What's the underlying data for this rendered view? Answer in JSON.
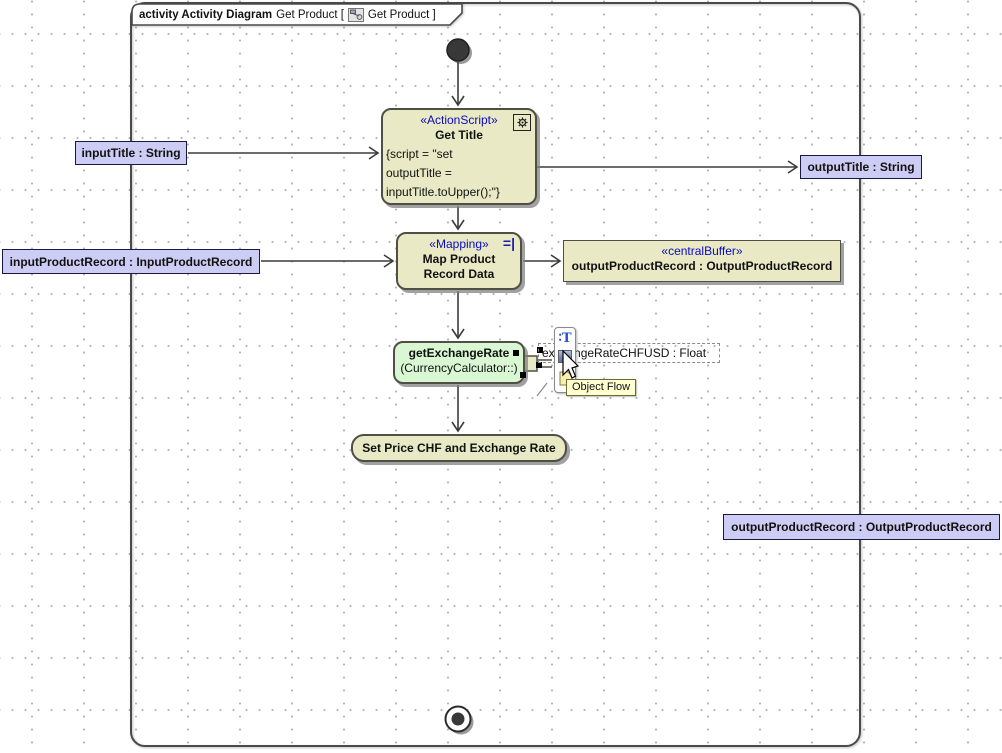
{
  "frame": {
    "header": {
      "keyword": "activity Activity Diagram",
      "context": "Get Product [",
      "icon": "activity-diagram-icon",
      "reference": "Get Product ]"
    }
  },
  "nodes": {
    "get_title": {
      "stereotype": "«ActionScript»",
      "name": "Get Title",
      "corner_icon": "gear-icon",
      "script_lines": [
        "{script = \"set",
        "outputTitle =",
        "inputTitle.toUpper();\"}"
      ]
    },
    "mapping": {
      "stereotype": "«Mapping»",
      "corner_icon": "mapping-icon",
      "corner_glyph": "=|",
      "name_lines": [
        "Map Product",
        "Record Data"
      ]
    },
    "central_buffer": {
      "stereotype": "«centralBuffer»",
      "name": "outputProductRecord : OutputProductRecord"
    },
    "get_exchange_rate": {
      "name": "getExchangeRate",
      "qualifier": "(CurrencyCalculator::)"
    },
    "set_price": {
      "name": "Set Price CHF and Exchange Rate"
    }
  },
  "object_labels": {
    "input_title": "inputTitle : String",
    "output_title": "outputTitle : String",
    "input_product_record": "inputProductRecord : InputProductRecord",
    "output_product_record": "outputProductRecord : OutputProductRecord"
  },
  "pin_label": "exchangeRateCHFUSD : Float",
  "popup": {
    "text_tool_glyph": "∶T",
    "flow_icon": "object-flow-icon",
    "tooltip": "Object Flow"
  },
  "colors": {
    "node_fill": "#e9e9c6",
    "node_border": "#4f4f45",
    "green_node_fill": "#d9f7d2",
    "object_label_fill": "#ccccf4",
    "stereotype_text": "#0a0ac2",
    "tooltip_fill": "#ffffd2"
  }
}
